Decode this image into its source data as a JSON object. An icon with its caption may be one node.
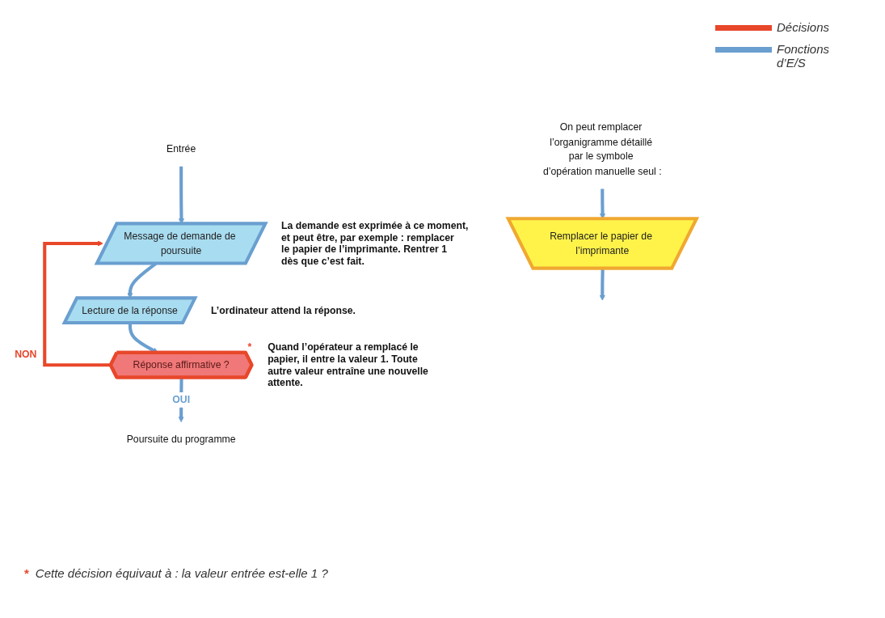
{
  "diagram": {
    "nodes": [
      {
        "text": [
          "Entrée"
        ]
      },
      {
        "text": [
          "Message de demande de poursuite"
        ],
        "beside": [
          "La demande est exprimée à ce moment, et peut être, par exemple : remplacer le papier de l’imprimante. Rentrer 1 dès que c’est fait."
        ]
      },
      {
        "text": [
          "Lecture de la réponse"
        ],
        "beside": [
          "L’ordinateur attend la réponse."
        ]
      },
      {
        "text": [
          "Réponse affirmative ?"
        ],
        "beside": [
          "*",
          "Quand l’opérateur a remplacé le papier, il entre la valeur 1. Toute autre valeur entraîne une nouvelle attente."
        ]
      },
      {
        "text": [
          "Poursuite du programme"
        ]
      },
      {
        "text": [
          "On peut remplacer l’organigramme détaillé par le symbole d’opération manuelle seul :"
        ]
      },
      {
        "text": [
          "Remplacer le papier de l’imprimante"
        ]
      }
    ],
    "edges": [
      {
        "from": 0,
        "to": 1,
        "arrow": "to"
      },
      {
        "from": 1,
        "to": 2,
        "arrow": "to"
      },
      {
        "from": 2,
        "to": 3,
        "arrow": "to"
      },
      {
        "from": 3,
        "to": 4,
        "label": "OUI",
        "arrow": "to"
      },
      {
        "from": 3,
        "to": 1,
        "label": "NON",
        "arrow": "to",
        "color": "#e8472a"
      },
      {
        "from": 5,
        "to": 6,
        "arrow": "to"
      },
      {
        "from": 6,
        "to": null,
        "arrow": "to"
      }
    ],
    "labels": [
      "*",
      "Cette décision équivaut à : la valeur entrée est-elle 1 ?"
    ],
    "legend": [
      {
        "text": "Décisions",
        "color": "#e8472a"
      },
      {
        "text": "Fonctions d’E/S",
        "color": "#6a9fd0"
      }
    ]
  }
}
